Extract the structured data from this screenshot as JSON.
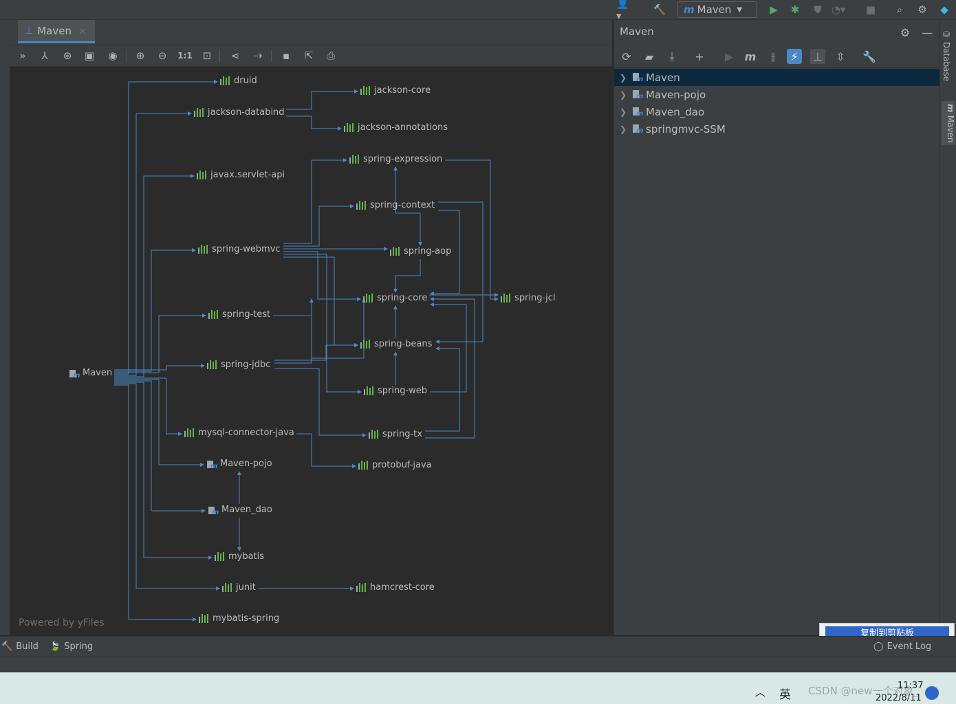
{
  "toolbar": {
    "run_config": "Maven"
  },
  "editor_tab": {
    "label": "Maven",
    "close": "×"
  },
  "graph_toolbar": {
    "actual_size": "1:1"
  },
  "graph": {
    "root": "Maven",
    "nodes": [
      {
        "id": "druid",
        "label": "druid",
        "kind": "lib"
      },
      {
        "id": "jackson-databind",
        "label": "jackson-databind",
        "kind": "lib"
      },
      {
        "id": "jackson-core",
        "label": "jackson-core",
        "kind": "lib"
      },
      {
        "id": "jackson-annotations",
        "label": "jackson-annotations",
        "kind": "lib"
      },
      {
        "id": "javax-servlet-api",
        "label": "javax.servlet-api",
        "kind": "lib"
      },
      {
        "id": "spring-expression",
        "label": "spring-expression",
        "kind": "lib"
      },
      {
        "id": "spring-context",
        "label": "spring-context",
        "kind": "lib"
      },
      {
        "id": "spring-webmvc",
        "label": "spring-webmvc",
        "kind": "lib"
      },
      {
        "id": "spring-aop",
        "label": "spring-aop",
        "kind": "lib"
      },
      {
        "id": "spring-core",
        "label": "spring-core",
        "kind": "lib"
      },
      {
        "id": "spring-jcl",
        "label": "spring-jcl",
        "kind": "lib"
      },
      {
        "id": "spring-test",
        "label": "spring-test",
        "kind": "lib"
      },
      {
        "id": "spring-beans",
        "label": "spring-beans",
        "kind": "lib"
      },
      {
        "id": "maven-root",
        "label": "Maven",
        "kind": "module"
      },
      {
        "id": "spring-jdbc",
        "label": "spring-jdbc",
        "kind": "lib"
      },
      {
        "id": "spring-web",
        "label": "spring-web",
        "kind": "lib"
      },
      {
        "id": "mysql-connector-java",
        "label": "mysql-connector-java",
        "kind": "lib"
      },
      {
        "id": "spring-tx",
        "label": "spring-tx",
        "kind": "lib"
      },
      {
        "id": "maven-pojo",
        "label": "Maven-pojo",
        "kind": "module"
      },
      {
        "id": "protobuf-java",
        "label": "protobuf-java",
        "kind": "lib"
      },
      {
        "id": "maven-dao",
        "label": "Maven_dao",
        "kind": "module"
      },
      {
        "id": "mybatis",
        "label": "mybatis",
        "kind": "lib"
      },
      {
        "id": "junit",
        "label": "junit",
        "kind": "lib"
      },
      {
        "id": "hamcrest-core",
        "label": "hamcrest-core",
        "kind": "lib"
      },
      {
        "id": "mybatis-spring",
        "label": "mybatis-spring",
        "kind": "lib"
      }
    ],
    "powered_by": "Powered by yFiles"
  },
  "maven_panel": {
    "title": "Maven",
    "projects": [
      "Maven",
      "Maven-pojo",
      "Maven_dao",
      "springmvc-SSM"
    ]
  },
  "right_strip": {
    "tabs": [
      "Database",
      "Maven"
    ]
  },
  "bottom_tools": {
    "build": "Build",
    "spring": "Spring",
    "event_log": "Event Log"
  },
  "overlay": {
    "copy_button": "复制到剪贴板"
  },
  "taskbar": {
    "ime": "英",
    "time": "11:37",
    "date": "2022/8/11",
    "watermark": "CSDN @new一个对象_"
  },
  "colors": {
    "edge": "#4a88c7",
    "lib_icon": "#62b543",
    "selection": "#0d293e",
    "accent": "#4a88c7"
  }
}
